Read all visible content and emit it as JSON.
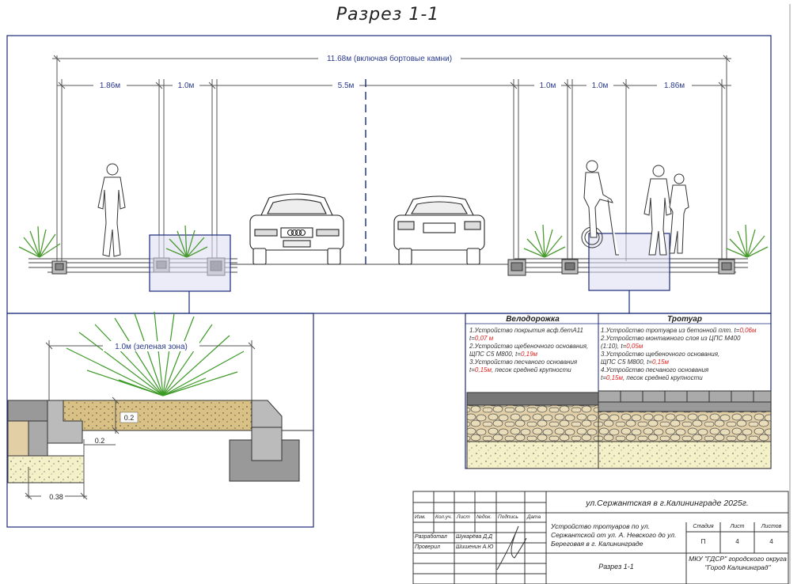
{
  "title": "Разрез 1-1",
  "dimensions": {
    "total": "11.68м (включая бортовые камни)",
    "left_sidewalk": "1.86м",
    "left_green": "1.0м",
    "roadway": "5.5м",
    "right_green": "1.0м",
    "right_bike": "1.0м",
    "right_sidewalk": "1.86м"
  },
  "detail": {
    "green_zone": "1.0м (зеленая зона)",
    "dim_02_a": "0.2",
    "dim_02_b": "0.2",
    "dim_038": "0.38"
  },
  "bike_path": {
    "title": "Велодорожка",
    "lines": [
      {
        "text": "1.Устройство покрытия асф.бетА11 ",
        "red": ""
      },
      {
        "text": "t=",
        "red": "0,07 м"
      },
      {
        "text": "2.Устройство щебеночного основания,",
        "red": ""
      },
      {
        "text": "ЩПС С5 М800, t=",
        "red": "0,19м"
      },
      {
        "text": "3.Устройство песчаного основания",
        "red": ""
      },
      {
        "text": "t=",
        "red": "0,15м",
        "tail": ", песок средней крупности"
      }
    ]
  },
  "sidewalk": {
    "title": "Тротуар",
    "lines": [
      {
        "text": "1.Устройство тротуара из бетонной плт. t=",
        "red": "0,06м"
      },
      {
        "text": "2.Устройство монтажного слоя из ЦПС М400",
        "red": ""
      },
      {
        "text": "(1:10), t=",
        "red": "0,05м"
      },
      {
        "text": "3.Устройство щебеночного основания,",
        "red": ""
      },
      {
        "text": "ЩПС С5 М800, t=",
        "red": "0,15м"
      },
      {
        "text": "4.Устройство песчаного основания",
        "red": ""
      },
      {
        "text": "t=",
        "red": "0,15м",
        "tail": ", песок средней крупности"
      }
    ]
  },
  "stamp": {
    "col_headers": [
      "Изм.",
      "Кол.уч.",
      "Лист",
      "№док.",
      "Подпись",
      "Дата"
    ],
    "developed_label": "Разработал",
    "developed_name": "Шукарёва Д.Д",
    "checked_label": "Проверил",
    "checked_name": "Шишенин А.Ю",
    "project": "ул.Сержантская в г.Калининграде 2025г.",
    "work": "Устройство тротуаров по ул. Сержантской от ул. А. Невского до ул. Береговая в г. Калининграде",
    "stage_label": "Стадия",
    "sheet_label": "Лист",
    "sheets_label": "Листов",
    "stage": "П",
    "sheet": "4",
    "sheets": "4",
    "drawing": "Разрез 1-1",
    "org": "МКУ \"ГДСР\" городского округа \"Город Калининград\""
  },
  "colors": {
    "frame": "#1a2a7a",
    "dim": "#2a3a8c",
    "highlight": "#d8d8f0",
    "sand": "#f4f1c8",
    "gravel": "#d8c49a",
    "green": "#5aa83a",
    "red": "#d22222"
  }
}
